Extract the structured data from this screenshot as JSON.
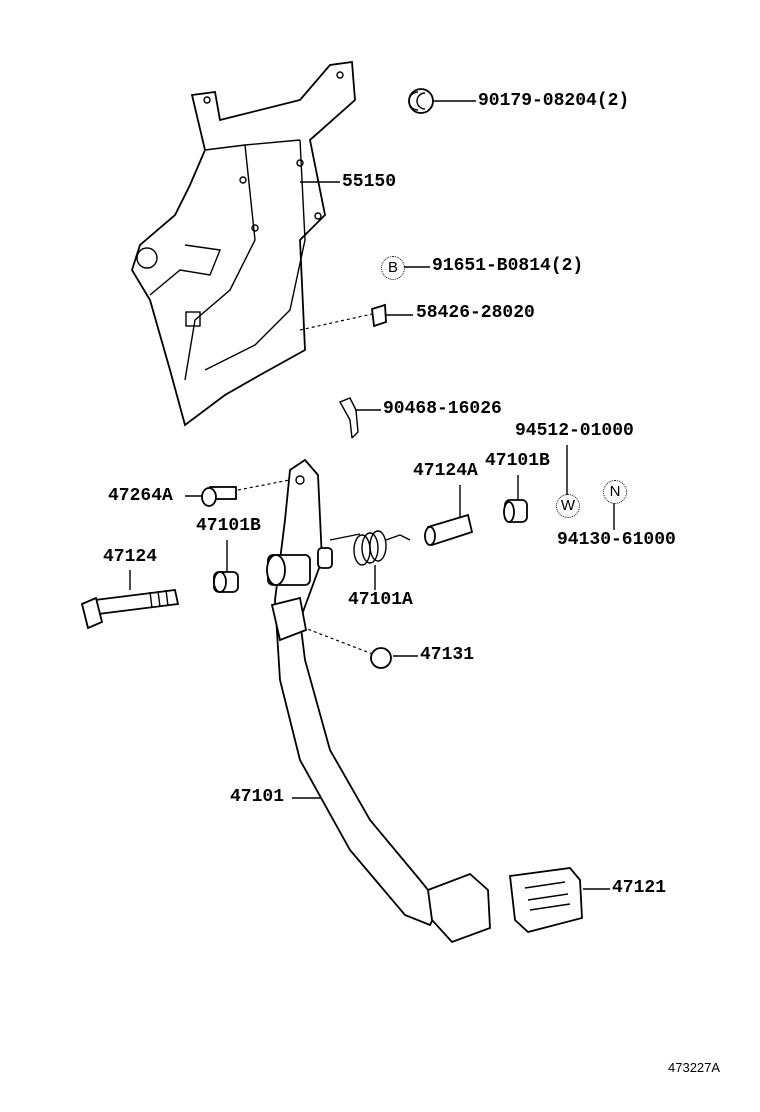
{
  "diagram": {
    "callouts": [
      {
        "id": "nut",
        "label": "90179-08204(2)"
      },
      {
        "id": "bracket",
        "label": "55150"
      },
      {
        "id": "bolt-b",
        "label": "91651-B0814(2)",
        "symbol": "B"
      },
      {
        "id": "cushion",
        "label": "58426-28020"
      },
      {
        "id": "clip",
        "label": "90468-16026"
      },
      {
        "id": "washer",
        "label": "94512-01000",
        "symbol": "W"
      },
      {
        "id": "collar",
        "label": "47124A"
      },
      {
        "id": "bushing-right",
        "label": "47101B"
      },
      {
        "id": "pin",
        "label": "47264A"
      },
      {
        "id": "bushing-left",
        "label": "47101B"
      },
      {
        "id": "shaft-bolt",
        "label": "47124"
      },
      {
        "id": "spring",
        "label": "47101A"
      },
      {
        "id": "nut-n",
        "label": "94130-61000",
        "symbol": "N"
      },
      {
        "id": "stopper",
        "label": "47131"
      },
      {
        "id": "pedal-arm",
        "label": "47101"
      },
      {
        "id": "pedal-pad",
        "label": "47121"
      }
    ],
    "figure_code": "473227A"
  }
}
